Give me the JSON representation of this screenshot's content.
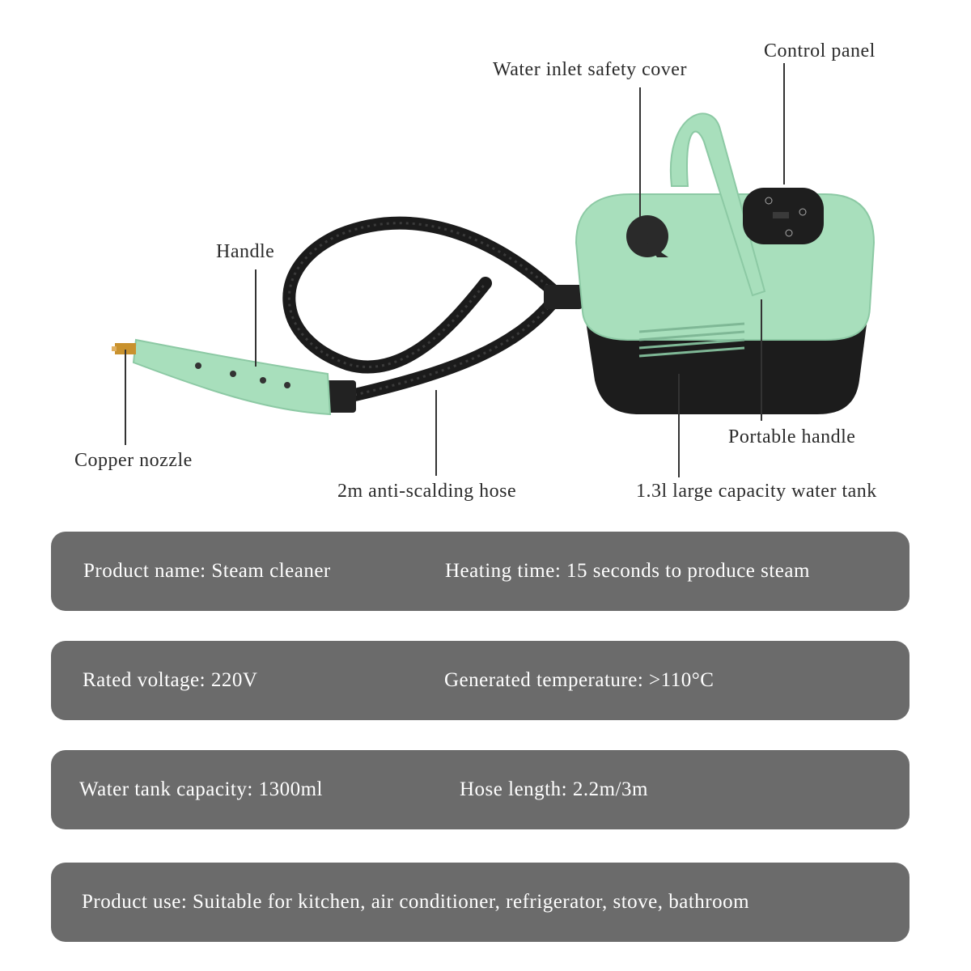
{
  "callouts": {
    "control_panel": "Control panel",
    "water_inlet_cover": "Water inlet safety cover",
    "handle": "Handle",
    "copper_nozzle": "Copper nozzle",
    "hose": "2m anti-scalding hose",
    "portable_handle": "Portable handle",
    "water_tank": "1.3l large capacity water tank"
  },
  "specs": [
    {
      "left": "Product name: Steam cleaner",
      "right": "Heating time: 15 seconds to produce steam"
    },
    {
      "left": "Rated voltage: 220V",
      "right": "Generated temperature: >110°C"
    },
    {
      "left": "Water tank capacity: 1300ml",
      "right": "Hose length: 2.2m/3m"
    },
    {
      "left": "Product use: Suitable for kitchen, air conditioner, refrigerator, stove, bathroom"
    }
  ],
  "colors": {
    "body_green": "#a8dfbc",
    "tank_black": "#1c1c1c",
    "spec_bar": "#6b6b6b",
    "copper": "#c9922e"
  }
}
